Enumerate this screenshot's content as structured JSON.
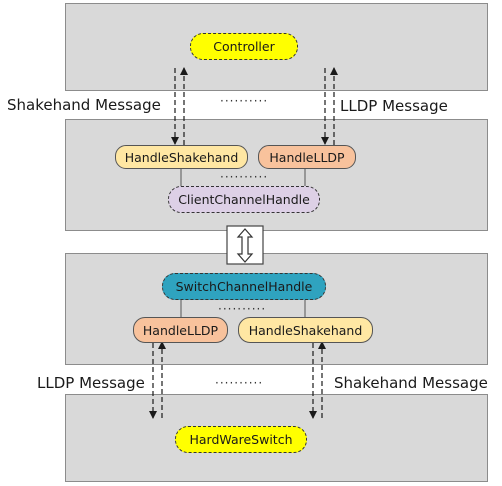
{
  "nodes": {
    "controller": "Controller",
    "handle_shakehand_top": "HandleShakehand",
    "handle_lldp_top": "HandleLLDP",
    "client_channel_handle": "ClientChannelHandle",
    "switch_channel_handle": "SwitchChannelHandle",
    "handle_lldp_bottom": "HandleLLDP",
    "handle_shakehand_bottom": "HandleShakehand",
    "hardware_switch": "HardWareSwitch"
  },
  "labels": {
    "top_left": "Shakehand Message",
    "top_right": "LLDP Message",
    "bottom_left": "LLDP Message",
    "bottom_right": "Shakehand Message"
  },
  "colors": {
    "panel": "#d9d9d9",
    "controller": "#ffff00",
    "shakehand": "#ffe7a3",
    "lldp": "#f8c29c",
    "client_channel": "#ddd0e6",
    "switch_channel": "#2fa3bf",
    "hardware_switch": "#ffff00"
  }
}
